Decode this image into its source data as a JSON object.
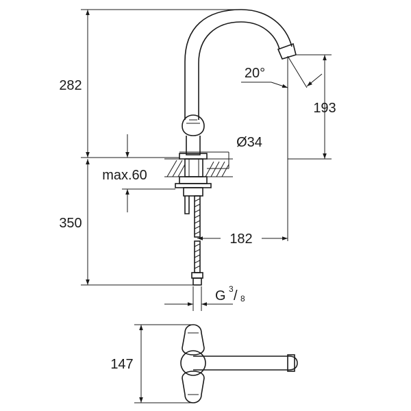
{
  "diagram": {
    "dimensions": {
      "height_total": "282",
      "angle": "20°",
      "spout_height": "193",
      "diameter": "Ø34",
      "max_thickness": "max.60",
      "hose_length": "350",
      "reach": "182",
      "thread_main": "G",
      "thread_num": "3",
      "thread_den": "8",
      "plan_depth": "147"
    },
    "colors": {
      "ink": "#1a1a1a",
      "background": "#ffffff"
    }
  }
}
